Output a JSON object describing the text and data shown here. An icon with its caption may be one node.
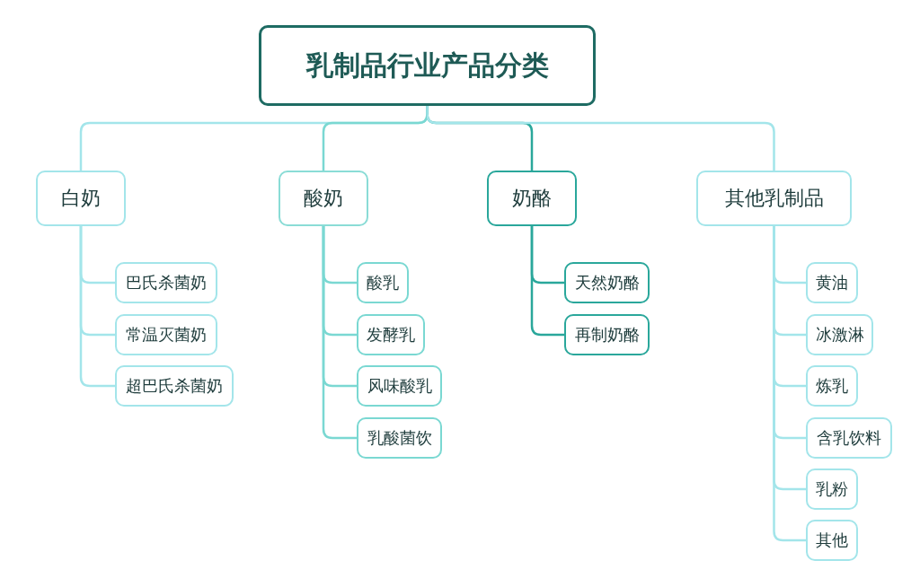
{
  "diagram": {
    "nodes": [
      {
        "text": [
          "乳制品行业产品分类"
        ]
      },
      {
        "text": [
          "白奶"
        ]
      },
      {
        "text": [
          "酸奶"
        ]
      },
      {
        "text": [
          "奶酪"
        ]
      },
      {
        "text": [
          "其他乳制品"
        ]
      },
      {
        "text": [
          "巴氏杀菌奶"
        ]
      },
      {
        "text": [
          "常温灭菌奶"
        ]
      },
      {
        "text": [
          "超巴氏杀菌奶"
        ]
      },
      {
        "text": [
          "酸乳"
        ]
      },
      {
        "text": [
          "发酵乳"
        ]
      },
      {
        "text": [
          "风味酸乳"
        ]
      },
      {
        "text": [
          "乳酸菌饮"
        ]
      },
      {
        "text": [
          "天然奶酪"
        ]
      },
      {
        "text": [
          "再制奶酪"
        ]
      },
      {
        "text": [
          "黄油"
        ]
      },
      {
        "text": [
          "冰激淋"
        ]
      },
      {
        "text": [
          "炼乳"
        ]
      },
      {
        "text": [
          "含乳饮料"
        ]
      },
      {
        "text": [
          "乳粉"
        ]
      },
      {
        "text": [
          "其他"
        ]
      }
    ],
    "edges": [
      {
        "from": 0,
        "to": 1,
        "arrow": "none"
      },
      {
        "from": 0,
        "to": 2,
        "arrow": "none",
        "color": "#7ad8d2"
      },
      {
        "from": 0,
        "to": 3,
        "arrow": "none",
        "color": "#2aa79b"
      },
      {
        "from": 0,
        "to": 4,
        "arrow": "none"
      },
      {
        "from": 1,
        "to": 5,
        "arrow": "none"
      },
      {
        "from": 1,
        "to": 6,
        "arrow": "none"
      },
      {
        "from": 1,
        "to": 7,
        "arrow": "none"
      },
      {
        "from": 2,
        "to": 8,
        "arrow": "none",
        "color": "#7ad8d2"
      },
      {
        "from": 2,
        "to": 9,
        "arrow": "none",
        "color": "#7ad8d2"
      },
      {
        "from": 2,
        "to": 10,
        "arrow": "none",
        "color": "#7ad8d2"
      },
      {
        "from": 2,
        "to": 11,
        "arrow": "none",
        "color": "#7ad8d2"
      },
      {
        "from": 3,
        "to": 12,
        "arrow": "none",
        "color": "#2aa79b"
      },
      {
        "from": 3,
        "to": 13,
        "arrow": "none",
        "color": "#2aa79b"
      },
      {
        "from": 4,
        "to": 14,
        "arrow": "none"
      },
      {
        "from": 4,
        "to": 15,
        "arrow": "none"
      },
      {
        "from": 4,
        "to": 16,
        "arrow": "none"
      },
      {
        "from": 4,
        "to": 17,
        "arrow": "none"
      },
      {
        "from": 4,
        "to": 18,
        "arrow": "none"
      },
      {
        "from": 4,
        "to": 19,
        "arrow": "none"
      }
    ]
  }
}
